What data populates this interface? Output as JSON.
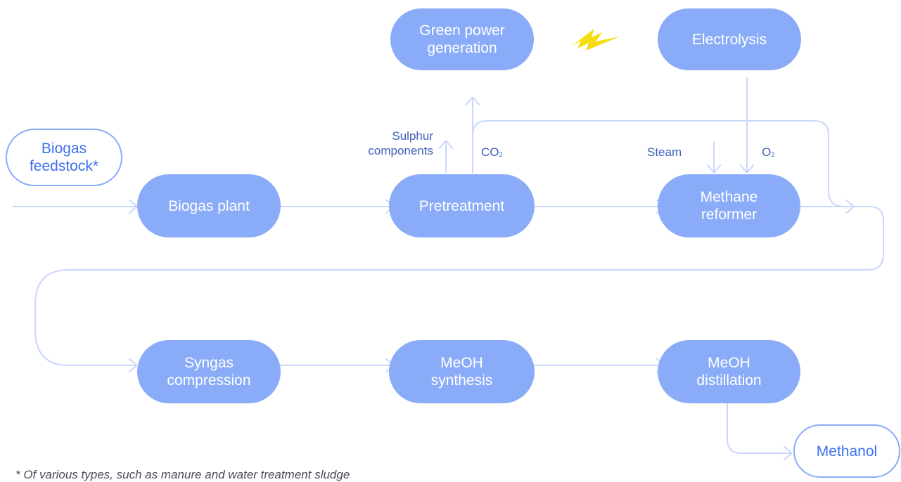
{
  "nodes": {
    "green_power": [
      "Green power",
      "generation"
    ],
    "electrolysis": [
      "Electrolysis"
    ],
    "biogas_feedstock": [
      "Biogas",
      "feedstock*"
    ],
    "biogas_plant": [
      "Biogas plant"
    ],
    "pretreatment": [
      "Pretreatment"
    ],
    "methane_reformer": [
      "Methane",
      "reformer"
    ],
    "syngas_compression": [
      "Syngas",
      "compression"
    ],
    "meoh_synthesis": [
      "MeOH",
      "synthesis"
    ],
    "meoh_distillation": [
      "MeOH",
      "distillation"
    ],
    "methanol": [
      "Methanol"
    ]
  },
  "labels": {
    "sulphur": [
      "Sulphur",
      "components"
    ],
    "co2_main": "CO",
    "co2_sub": "2",
    "steam": "Steam",
    "o2_main": "O",
    "o2_sub": "2"
  },
  "footnote": "* Of various types, such as manure and water treatment sludge",
  "colors": {
    "node_fill": "#8aacf8",
    "node_text": "#ffffff",
    "outline_text": "#3c70ee",
    "arrow_line": "#c9d7fb",
    "label_text": "#3f60b8",
    "lightning": "#f5dd12"
  },
  "icons": {
    "energy": "lightning-bolt-icon"
  }
}
